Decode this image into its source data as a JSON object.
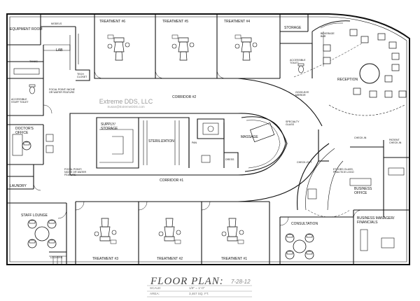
{
  "rooms": {
    "equipment_room": "EQUIPMENT ROOM",
    "models": "MODELS",
    "lab": "LAB",
    "tanks": "TANKS",
    "tech_closet": "TECH CLOSET",
    "accessible_staff_toilet": "ACCESSIBLE STAFF TOILET",
    "focal_point_1": "FOCAL POINT/ NICHE OR WATER FEATURE",
    "doctors_office": "DOCTOR'S OFFICE",
    "focal_point_2": "FOCAL POINT/ NICHE OR WATER FEATURE",
    "laundry": "LAUNDRY",
    "staff_lounge": "STAFF LOUNGE",
    "lockers": "LOCKERS",
    "treatment_6": "TREATMENT #6",
    "treatment_5": "TREATMENT #5",
    "treatment_4": "TREATMENT #4",
    "treatment_3": "TREATMENT #3",
    "treatment_2": "TREATMENT #2",
    "treatment_1": "TREATMENT #1",
    "corridor_2": "CORRIDOR #2",
    "corridor_1": "CORRIDOR #1",
    "supply_storage": "SUPPLY/ STORAGE",
    "sterilization": "STERILIZATION",
    "pan": "PAN",
    "massage": "MASSAGE",
    "dress": "DRESS",
    "specialty_glass": "SPECIALTY GLASS",
    "storage": "STORAGE",
    "beverage_bar": "BEVERAGE BAR",
    "accessible_toilet": "ACCESSIBLE TOILET",
    "good_bye_mirror": "GOOD-BYE MIRROR",
    "reception": "RECEPTION",
    "check_in": "CHECK-IN",
    "patient_check_in": "PATIENT CHECK-IN",
    "check_out": "CHECK-OUT",
    "etched_glass": "ETCHED GLASS, PRACTICE LOGO",
    "business_office": "BUSINESS OFFICE",
    "consultation": "CONSULTATION",
    "business_manager": "BUSINESS MANAGER/ FINANCIALS"
  },
  "watermark": {
    "company": "Extreme DDS, LLC",
    "email": "Susan@ExtremeDDS.com"
  },
  "title_block": {
    "title": "FLOOR PLAN:",
    "date": "7-28-12",
    "scale_label": "SCALE:",
    "scale_value": "1/8\" = 1'-0\"",
    "area_label": "AREA:",
    "area_value": "3,467 SQ. FT."
  },
  "colors": {
    "line": "#111111",
    "watermark": "#9a9a9a"
  }
}
